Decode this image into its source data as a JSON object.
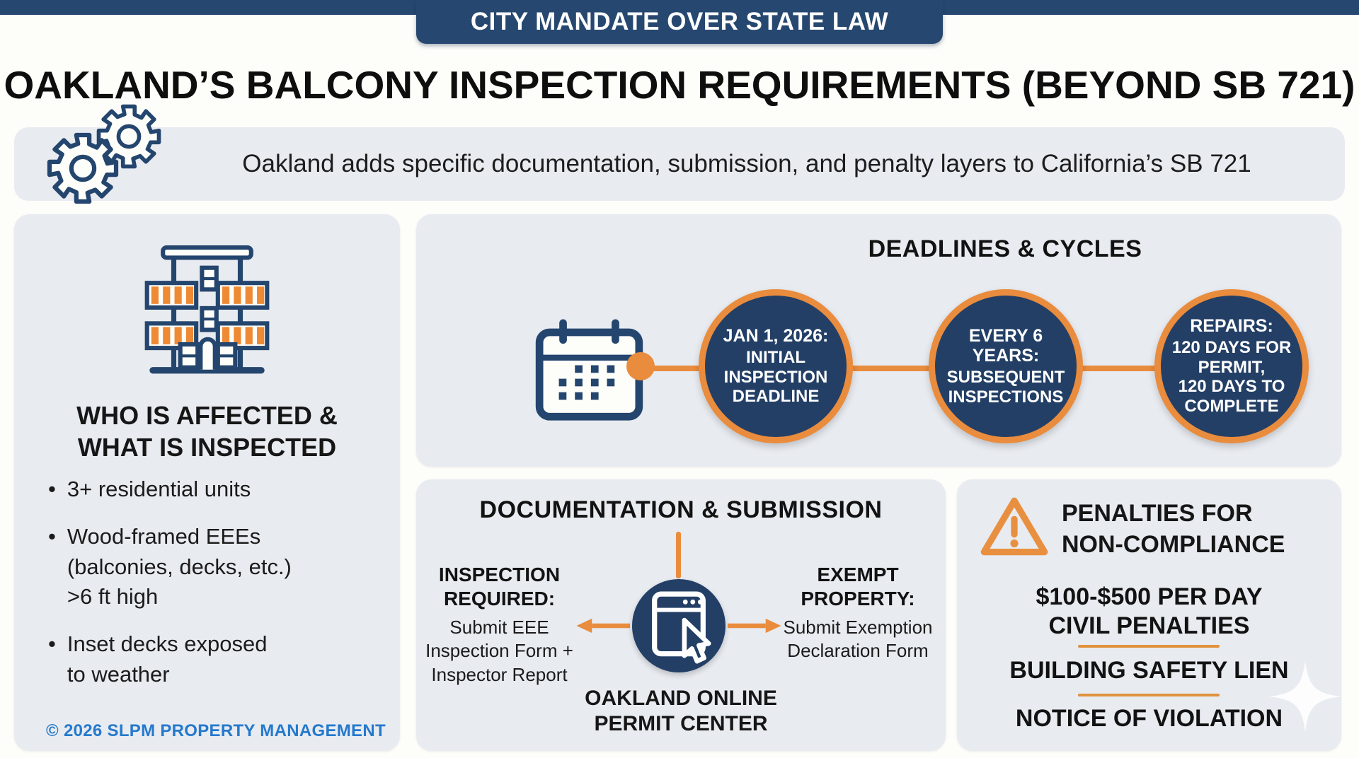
{
  "colors": {
    "navy": "#264870",
    "navy_dark": "#233f66",
    "orange": "#e98c3d",
    "panel_bg": "#e8ebf0",
    "page_bg": "#fdfdfa",
    "text": "#161616",
    "footer_blue": "#2579cd",
    "white": "#ffffff"
  },
  "banner": {
    "label": "CITY MANDATE OVER STATE LAW"
  },
  "header": {
    "title": "OAKLAND’S BALCONY INSPECTION REQUIREMENTS (BEYOND SB 721)",
    "subtitle": "Oakland adds specific documentation, submission, and penalty layers to California’s SB 721"
  },
  "affected": {
    "heading": "WHO IS AFFECTED &\nWHAT IS INSPECTED",
    "bullets": [
      "3+ residential units",
      "Wood-framed EEEs\n(balconies, decks, etc.)\n>6 ft high",
      "Inset decks exposed\nto weather"
    ],
    "copyright": "© 2026 SLPM PROPERTY MANAGEMENT"
  },
  "deadlines": {
    "heading": "DEADLINES & CYCLES",
    "milestones": [
      {
        "lead": "JAN 1, 2026:",
        "detail": "INITIAL\nINSPECTION\nDEADLINE"
      },
      {
        "lead": "EVERY 6\nYEARS:",
        "detail": "SUBSEQUENT\nINSPECTIONS"
      },
      {
        "lead": "REPAIRS:",
        "detail": "120 DAYS FOR\nPERMIT,\n120 DAYS TO\nCOMPLETE"
      }
    ]
  },
  "documentation": {
    "heading": "DOCUMENTATION & SUBMISSION",
    "inspection": {
      "lead": "INSPECTION\nREQUIRED:",
      "detail": "Submit EEE\nInspection Form +\nInspector Report"
    },
    "exempt": {
      "lead": "EXEMPT\nPROPERTY:",
      "detail": "Submit Exemption\nDeclaration Form"
    },
    "portal_label": "OAKLAND ONLINE\nPERMIT CENTER"
  },
  "penalties": {
    "heading": "PENALTIES FOR\nNON-COMPLIANCE",
    "items": [
      "$100-$500 PER DAY\nCIVIL PENALTIES",
      "BUILDING SAFETY LIEN",
      "NOTICE OF VIOLATION"
    ]
  },
  "icons": {
    "subtitle": "gears-icon",
    "affected": "apartment-building-icon",
    "deadlines": "calendar-icon",
    "documentation": "online-permit-portal-icon",
    "penalties": "warning-triangle-icon",
    "watermark": "sparkle-icon"
  }
}
